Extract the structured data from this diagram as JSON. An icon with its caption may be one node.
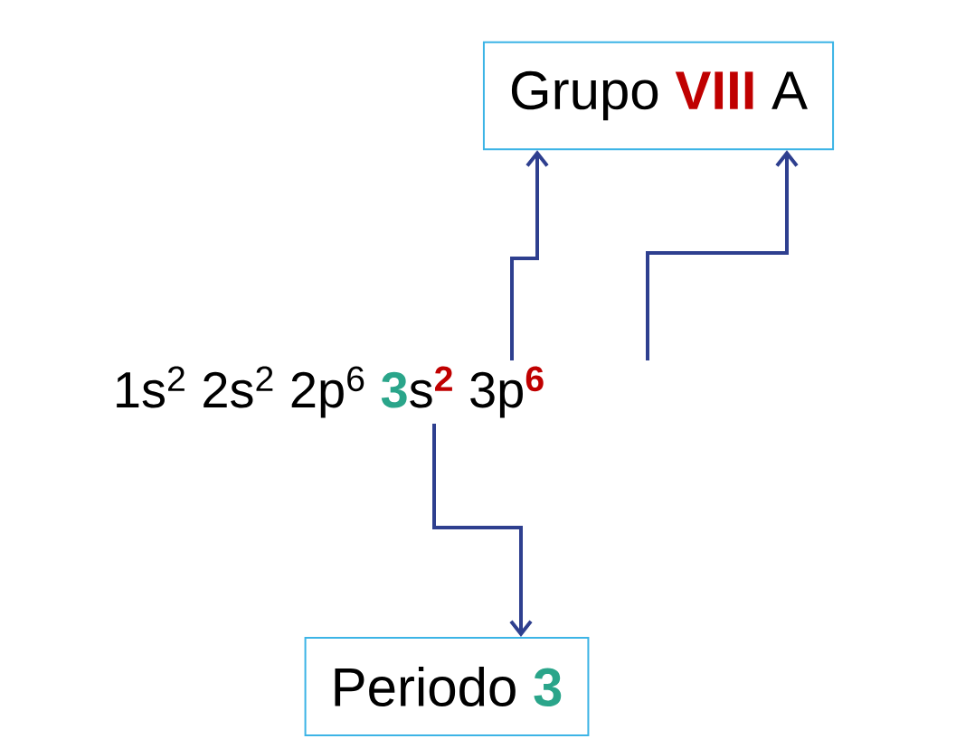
{
  "diagram": {
    "nodes": [
      {
        "text": [
          "Grupo **VIII** A"
        ]
      },
      {
        "text": [
          "Periodo **3**"
        ]
      },
      {
        "text": [
          "1s$^{2}$ 2s$^{2}$ 2p$^{6}$ **3**s**$^{2}$** 3p**$^{6}$**"
        ]
      }
    ],
    "edges": [
      {
        "from": 2,
        "to": 0,
        "arrow": "to"
      },
      {
        "from": 2,
        "to": 0,
        "arrow": "to"
      },
      {
        "from": 2,
        "to": 1,
        "arrow": "to"
      }
    ]
  }
}
